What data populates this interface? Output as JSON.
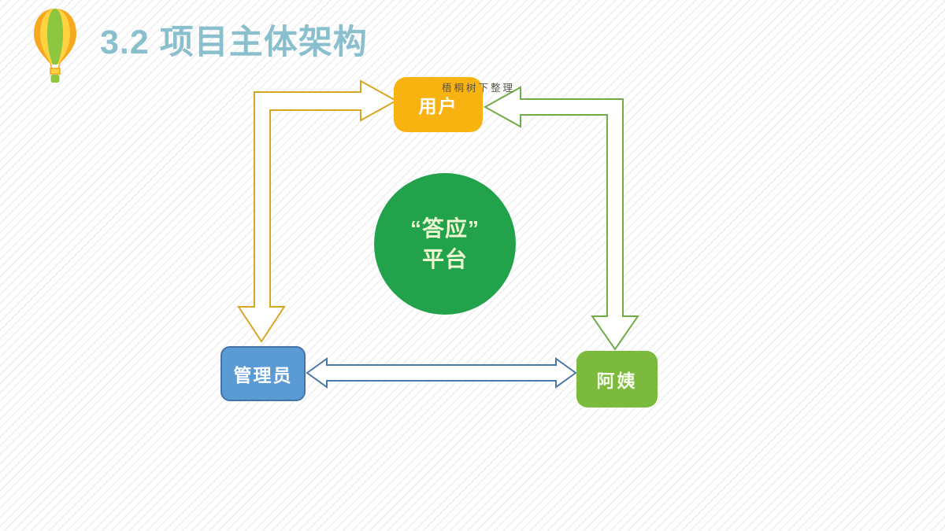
{
  "slide": {
    "title": "3.2 项目主体架构",
    "watermark": "梧桐树下整理"
  },
  "icons": {
    "balloon": "hot-air-balloon-icon"
  },
  "diagram": {
    "nodes": {
      "user": {
        "label": "用户",
        "shape": "rounded-rect",
        "color": "#F8B311"
      },
      "platform": {
        "label_line1": "“答应”",
        "label_line2": "平台",
        "shape": "circle",
        "color": "#22A24B",
        "text_color": "#EDF8D3"
      },
      "admin": {
        "label": "管理员",
        "shape": "rounded-rect",
        "color": "#5B9BD5",
        "border_color": "#4373A8"
      },
      "aunt": {
        "label": "阿姨",
        "shape": "rounded-rect",
        "color": "#7CBA3D"
      }
    },
    "connectors": [
      {
        "name": "user-admin",
        "type": "elbow-double-arrow",
        "color": "#D7A625",
        "fill": "#FFFFFF"
      },
      {
        "name": "user-aunt",
        "type": "elbow-double-arrow",
        "color": "#70AD47",
        "fill": "#FFFFFF"
      },
      {
        "name": "admin-aunt",
        "type": "straight-double-arrow",
        "color": "#4A78A8",
        "fill": "#FFFFFF"
      }
    ]
  },
  "colors": {
    "title": "#8ABFCD",
    "background": "#FFFFFF",
    "background_stripe": "#EFEFEF",
    "balloon_orange": "#F7A81F",
    "balloon_yellow": "#FFD23F",
    "balloon_green": "#8DC63F"
  }
}
